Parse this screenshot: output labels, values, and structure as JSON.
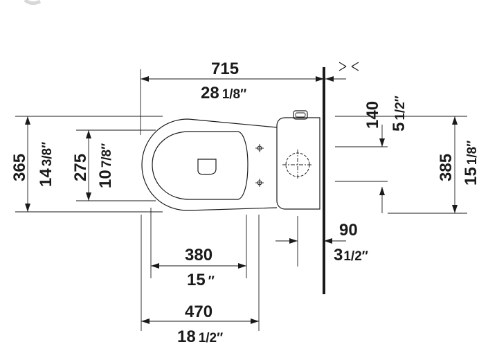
{
  "dimensions": {
    "overall_length": {
      "mm": "715",
      "inch_whole": "28",
      "inch_frac": "1/8″"
    },
    "wall_symbol": ">∕<",
    "tank_to_outlet": {
      "mm": "140",
      "inch_whole": "5",
      "inch_frac": "1/2″"
    },
    "overall_width": {
      "mm": "365",
      "inch_whole": "14",
      "inch_frac": "3/8″"
    },
    "seat_width": {
      "mm": "275",
      "inch_whole": "10",
      "inch_frac": "7/8″"
    },
    "tank_width": {
      "mm": "385",
      "inch_whole": "15",
      "inch_frac": "1/8″"
    },
    "wall_offset": {
      "mm": "90",
      "inch_whole": "3",
      "inch_frac": "1/2″"
    },
    "fixing_distance": {
      "mm": "380",
      "inch_whole": "15",
      "inch_frac": "″"
    },
    "outlet_distance": {
      "mm": "470",
      "inch_whole": "18",
      "inch_frac": "1/2″"
    }
  }
}
